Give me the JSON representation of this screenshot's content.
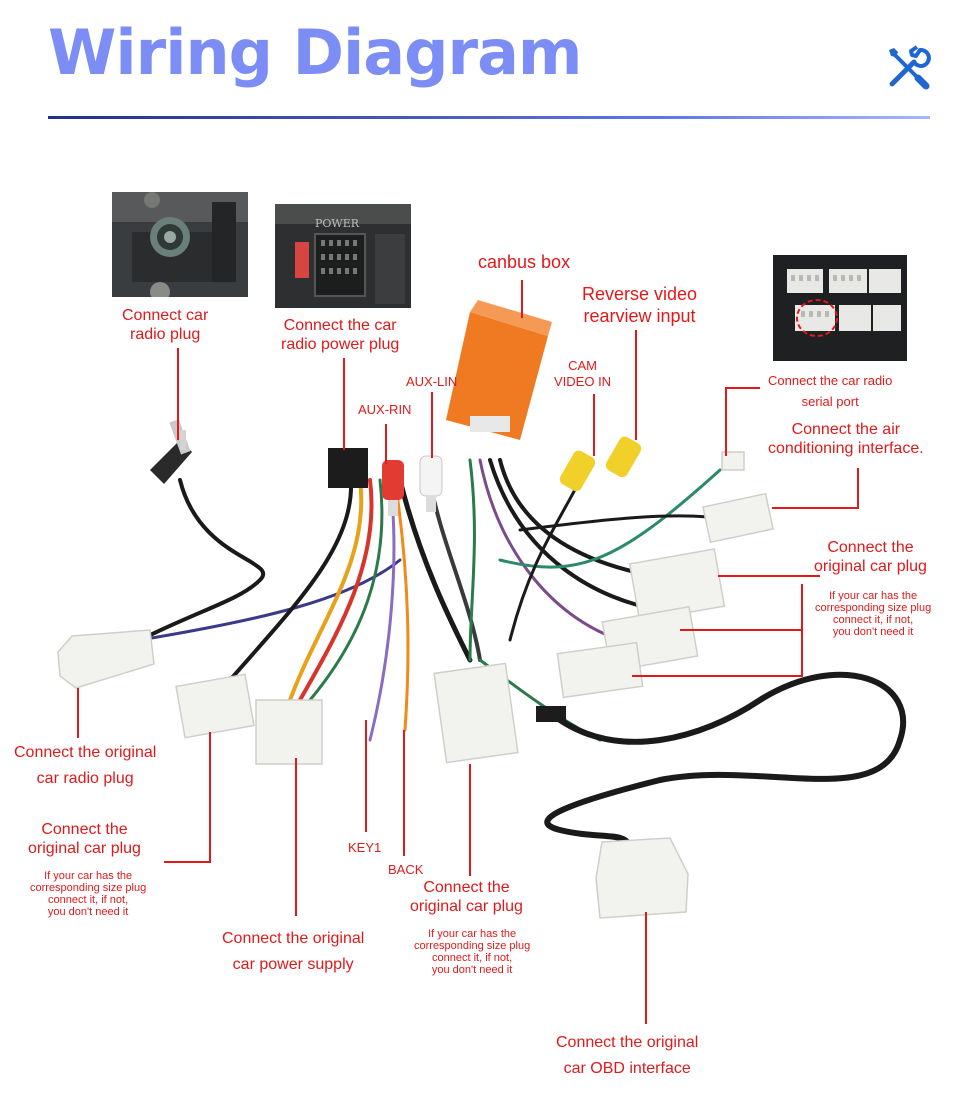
{
  "header": {
    "title": "Wiring Diagram",
    "icon": "tools-icon"
  },
  "colors": {
    "accent": "#7c8ef5",
    "label": "#e01a1a",
    "canbus": "#f07a22"
  },
  "photos": [
    {
      "name": "car-radio-plug-photo",
      "caption_keys": [
        "radio_plug"
      ]
    },
    {
      "name": "power-plug-photo",
      "photo_text": "POWER"
    },
    {
      "name": "serial-port-photo"
    }
  ],
  "labels": {
    "radio_plug": "Connect car\nradio plug",
    "radio_power": "Connect the car\nradio power plug",
    "canbus": "canbus box",
    "reverse_video": "Reverse video\nrearview input",
    "cam_video": "CAM\nVIDEO IN",
    "aux_lin": "AUX-LIN",
    "aux_rin": "AUX-RIN",
    "serial_port": "Connect the car radio\nserial port",
    "air_conditioning": "Connect the air\nconditioning interface.",
    "orig_plug_right": "Connect the\noriginal car plug",
    "orig_plug_right_note": "If your car has the\ncorresponding size plug\nconnect it, if not,\nyou don't need it",
    "orig_radio_plug": "Connect the original\ncar radio plug",
    "orig_plug_left": "Connect the\noriginal car plug",
    "orig_plug_left_note": "If your car has the\ncorresponding size plug\nconnect it, if not,\nyou don't need it",
    "key1": "KEY1",
    "back": "BACK",
    "orig_plug_mid": "Connect the\noriginal car plug",
    "orig_plug_mid_note": "If your car has the\ncorresponding size plug\nconnect it, if not,\nyou don't need it",
    "power_supply": "Connect the original\ncar power supply",
    "obd": "Connect the original\ncar OBD interface"
  }
}
